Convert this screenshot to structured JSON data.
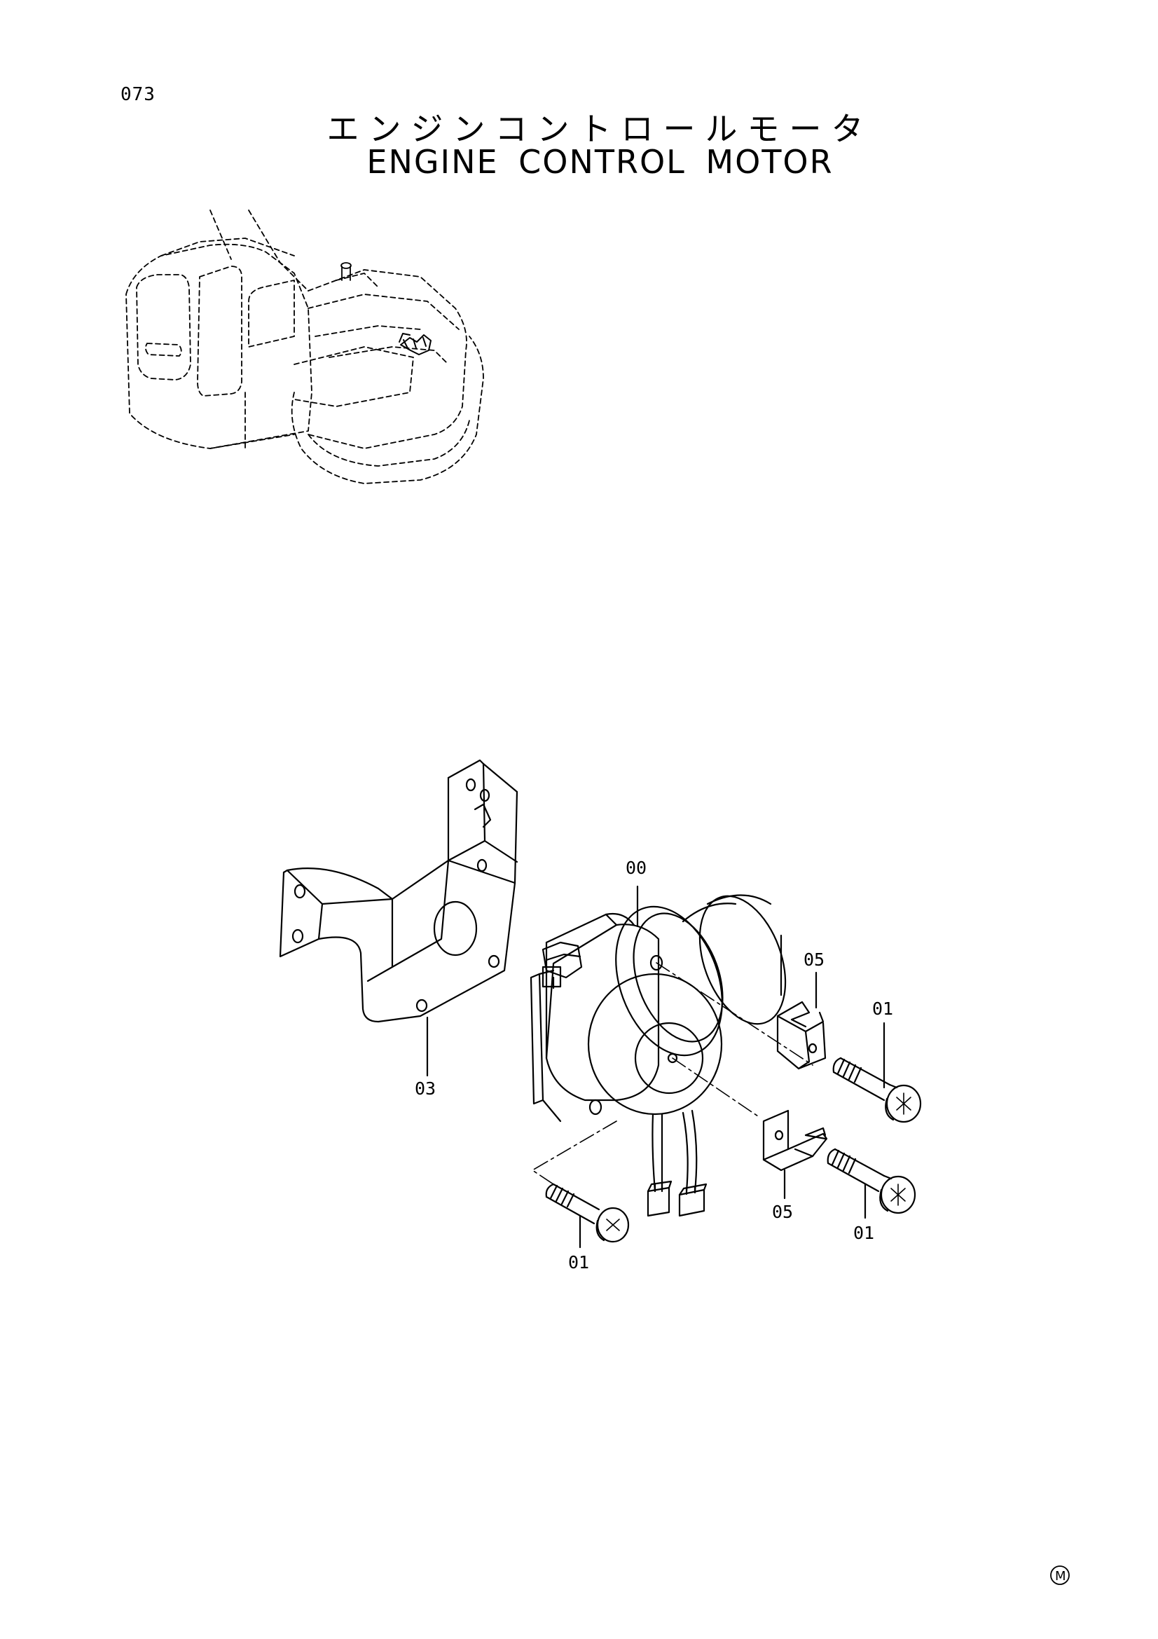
{
  "page_number": "073",
  "title_japanese": "エンジンコントロールモータ",
  "title_english": "ENGINE CONTROL MOTOR",
  "callouts": {
    "motor": "00",
    "bolt_right_upper": "01",
    "bolt_right_lower": "01",
    "bolt_left": "01",
    "bracket": "03",
    "plate_upper": "05",
    "plate_lower": "05"
  },
  "corner_mark": "M"
}
